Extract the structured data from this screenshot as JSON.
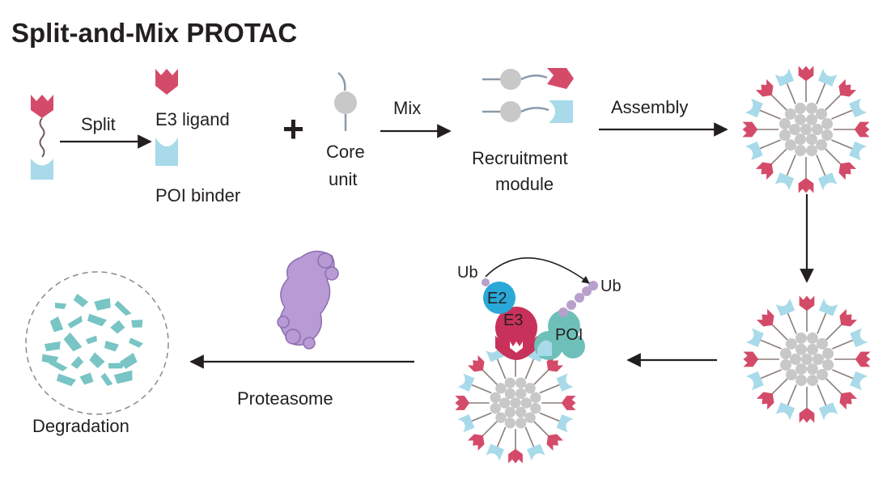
{
  "title": "Split-and-Mix PROTAC",
  "labels": {
    "split": "Split",
    "e3_ligand": "E3 ligand",
    "poi_binder": "POI binder",
    "plus": "+",
    "core_unit_line1": "Core",
    "core_unit_line2": "unit",
    "mix": "Mix",
    "recruitment_line1": "Recruitment",
    "recruitment_line2": "module",
    "assembly": "Assembly",
    "proteasome": "Proteasome",
    "degradation": "Degradation",
    "ub_left": "Ub",
    "ub_right": "Ub",
    "e2": "E2",
    "e3": "E3",
    "poi": "POI"
  },
  "colors": {
    "e3_ligand": "#d44b6a",
    "poi_binder": "#a8daea",
    "core": "#c8c8c8",
    "linker": "#8a7e7a",
    "arrow": "#231f20",
    "e2": "#2aa8d8",
    "e3": "#c8325a",
    "poi": "#6ebfb8",
    "proteasome": "#b89ad4",
    "ubiquitin": "#b8a0cc",
    "fragments": "#79c4c4"
  },
  "icons": {
    "core": "grey-sphere",
    "ligand": "pink-chevron",
    "binder": "blue-cup",
    "proteasome": "purple-blob",
    "arrow": "right-arrow"
  }
}
